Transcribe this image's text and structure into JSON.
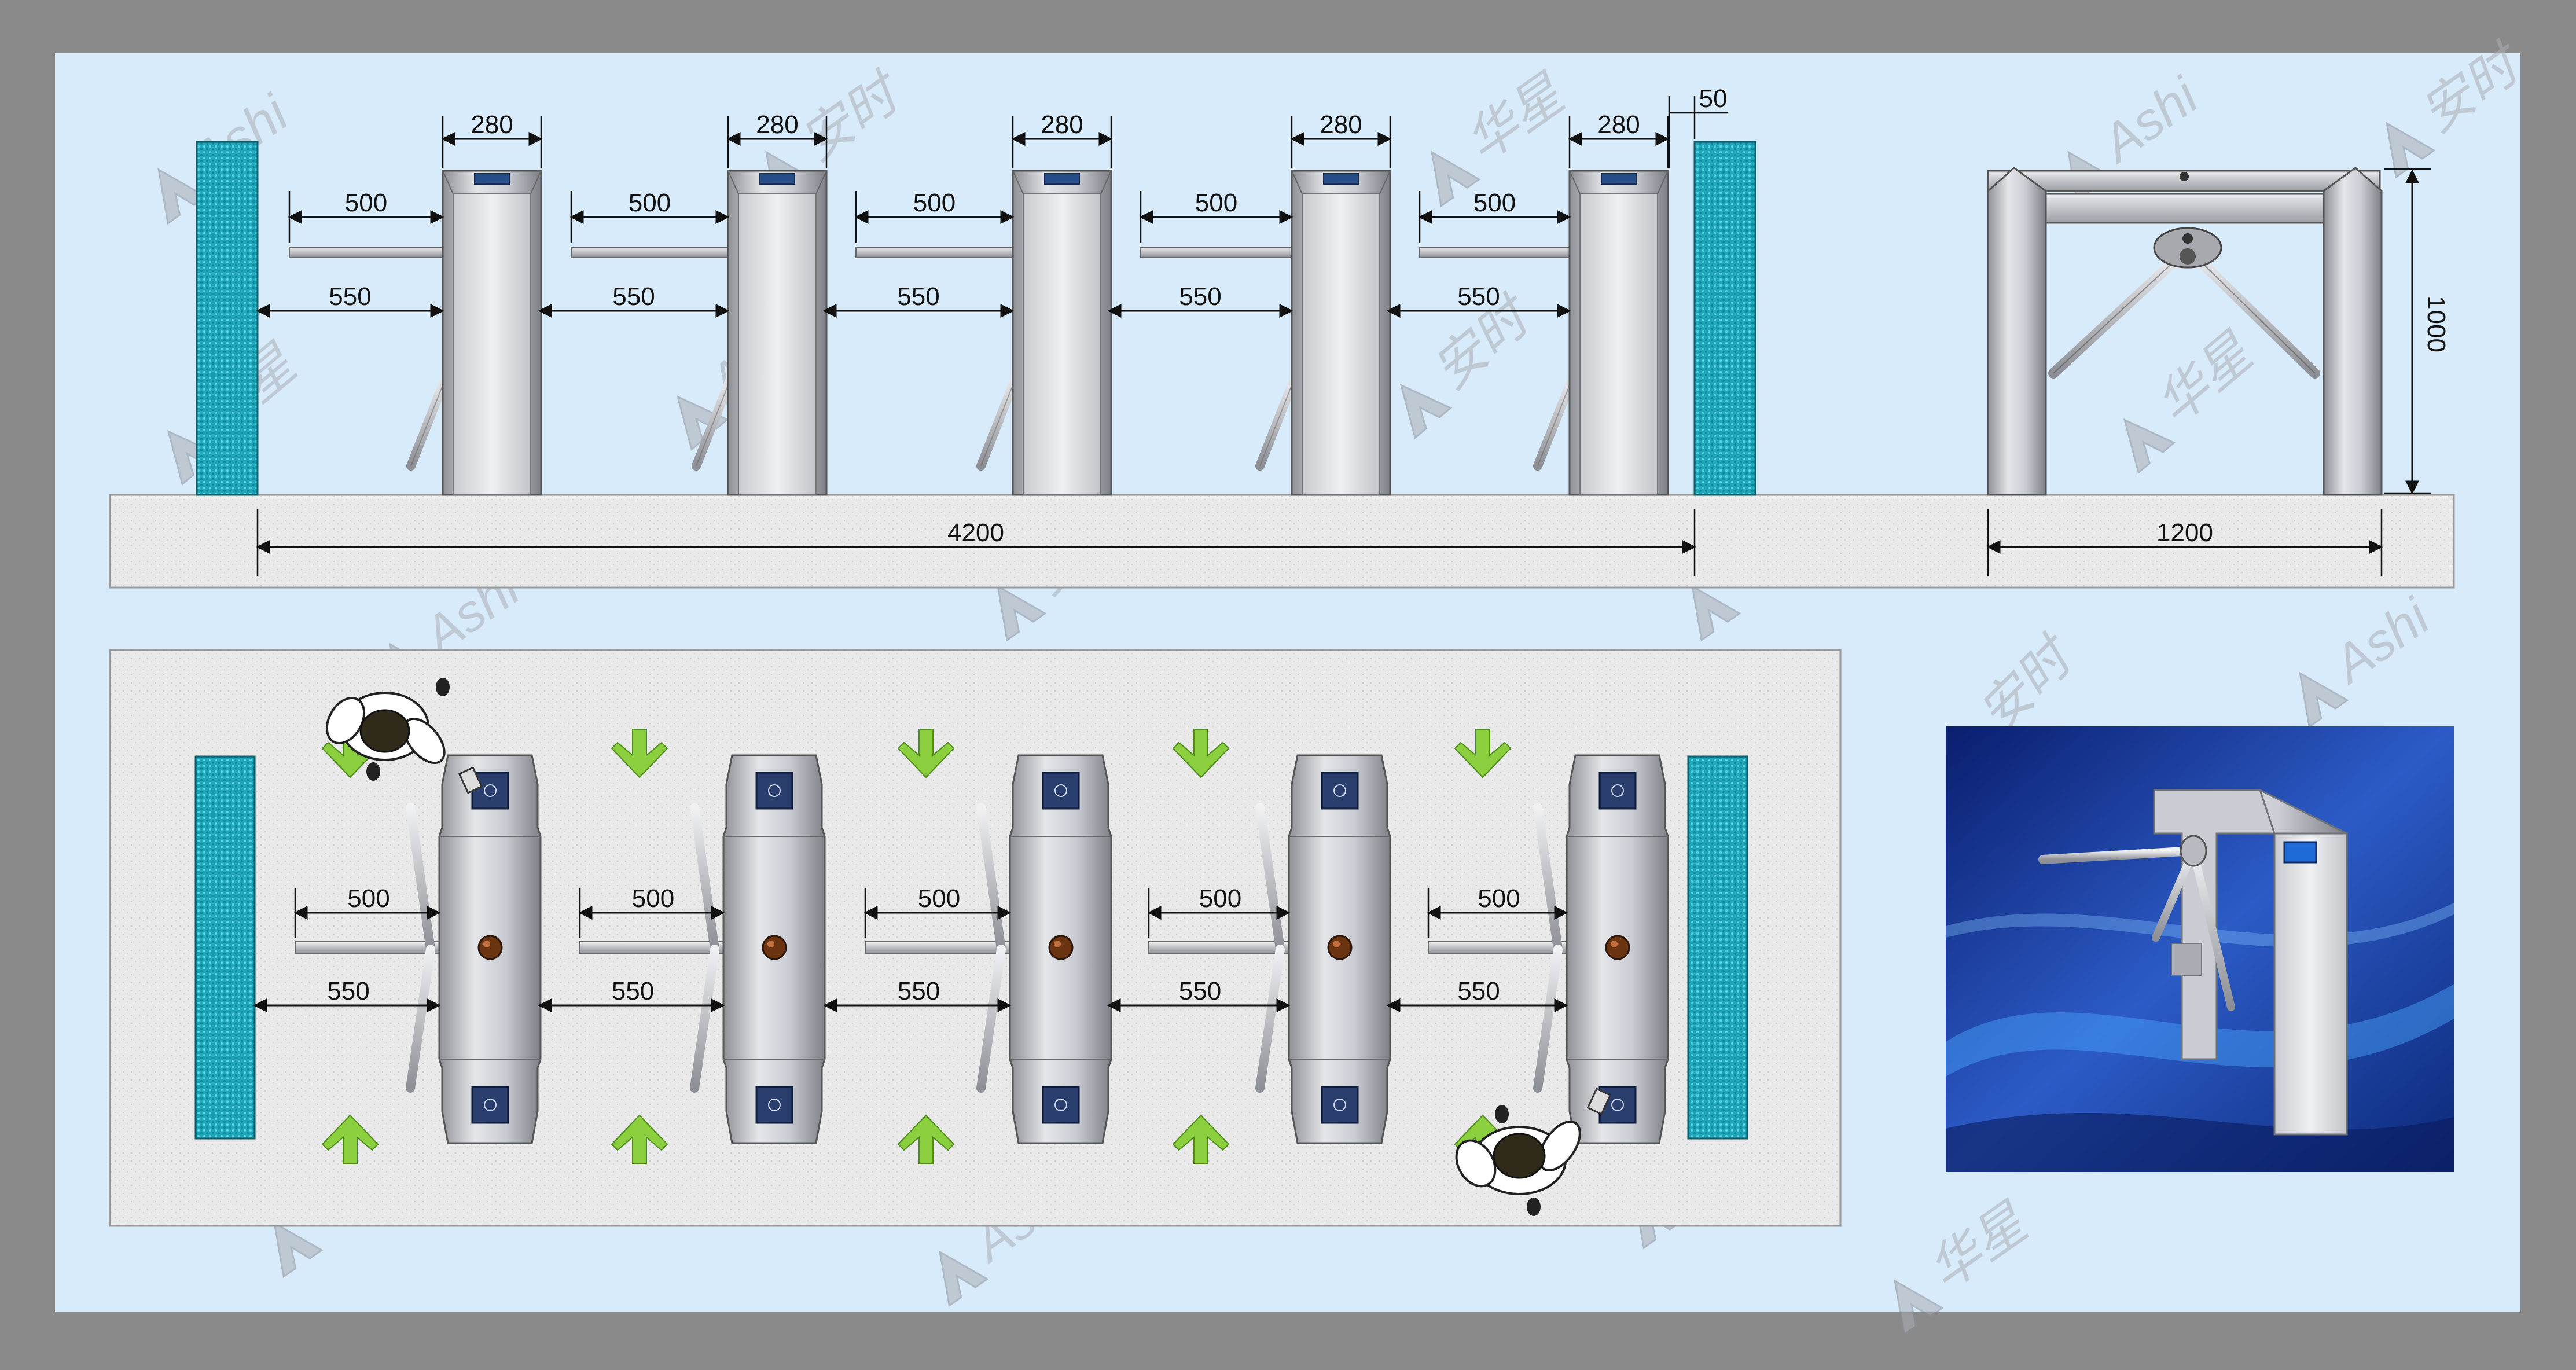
{
  "watermark": {
    "brand_latin": "Ashi",
    "brand_cn_1": "安时",
    "brand_cn_2": "华星"
  },
  "front_view": {
    "lane_width": "280",
    "gap_arm": "500",
    "gap_clear": "550",
    "wall_gap": "50",
    "total_length": "4200"
  },
  "side_view": {
    "height": "1000",
    "width": "1200"
  },
  "plan_view": {
    "gap_arm": "500",
    "gap_clear": "550"
  },
  "colors": {
    "frame": "#8a8a8a",
    "canvas": "#d8ebfa",
    "panel": "#1a9fb5",
    "arrow": "#8ccf3e",
    "steel": "#b9bcc2"
  }
}
